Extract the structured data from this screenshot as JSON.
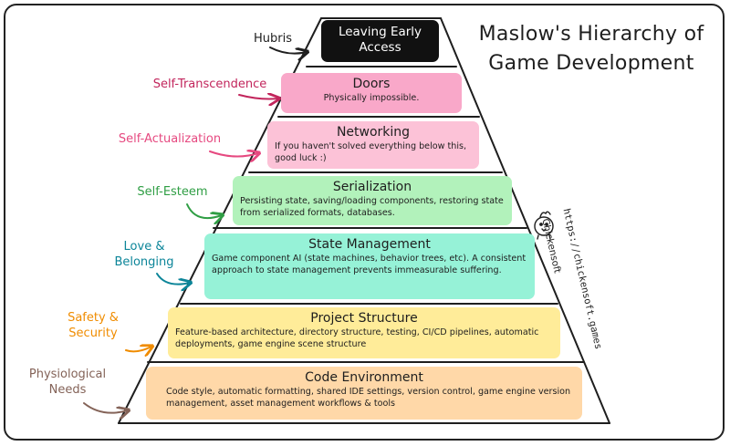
{
  "title": "Maslow's Hierarchy of Game Development",
  "tiers": [
    {
      "title": "Leaving Early Access",
      "desc": "",
      "bg": "#111111",
      "fg": "#ffffff"
    },
    {
      "title": "Doors",
      "desc": "Physically impossible.",
      "bg": "#f9a8c9",
      "fg": "#1e1e1e"
    },
    {
      "title": "Networking",
      "desc": "If you haven't solved everything below this, good luck :)",
      "bg": "#fcc2d7",
      "fg": "#1e1e1e"
    },
    {
      "title": "Serialization",
      "desc": "Persisting state, saving/loading components, restoring state from serialized formats, databases.",
      "bg": "#b2f2bb",
      "fg": "#1e1e1e"
    },
    {
      "title": "State Management",
      "desc": "Game component AI (state machines, behavior trees, etc). A consistent approach to state management prevents immeasurable suffering.",
      "bg": "#96f2d7",
      "fg": "#1e1e1e"
    },
    {
      "title": "Project Structure",
      "desc": "Feature-based architecture, directory structure, testing, CI/CD pipelines, automatic deployments, game engine scene structure",
      "bg": "#ffec99",
      "fg": "#1e1e1e"
    },
    {
      "title": "Code Environment",
      "desc": "Code style, automatic formatting, shared IDE settings, version control, game engine version management, asset management workflows & tools",
      "bg": "#ffd8a8",
      "fg": "#1e1e1e"
    }
  ],
  "labels": [
    {
      "text": "Hubris",
      "color": "#1e1e1e"
    },
    {
      "text": "Self-Transcendence",
      "color": "#c2255c"
    },
    {
      "text": "Self-Actualization",
      "color": "#e64980"
    },
    {
      "text": "Self-Esteem",
      "color": "#2f9e44"
    },
    {
      "text": "Love & Belonging",
      "color": "#0c8599"
    },
    {
      "text": "Safety & Security",
      "color": "#f08c00"
    },
    {
      "text": "Physiological Needs",
      "color": "#846358"
    }
  ],
  "brand": "Chickensoft",
  "url": "https://chickensoft.games"
}
